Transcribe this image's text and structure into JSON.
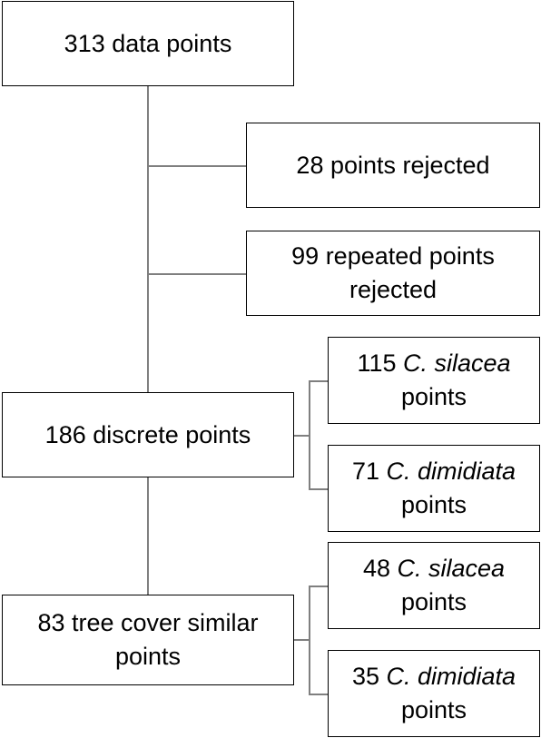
{
  "nodes": {
    "total": "313 data points",
    "rejected": "28 points rejected",
    "repeated": "99 repeated points rejected",
    "discrete": "186 discrete points",
    "discrete_silacea": {
      "count": "115",
      "species": "C. silacea",
      "unit": "points"
    },
    "discrete_dimidiata": {
      "count": "71",
      "species": "C. dimidiata",
      "unit": "points"
    },
    "treecover": "83 tree cover similar points",
    "tree_silacea": {
      "count": "48",
      "species": "C. silacea",
      "unit": "points"
    },
    "tree_dimidiata": {
      "count": "35",
      "species": "C. dimidiata",
      "unit": "points"
    }
  },
  "colors": {
    "border": "#000000",
    "connector": "#7f7f7f"
  }
}
